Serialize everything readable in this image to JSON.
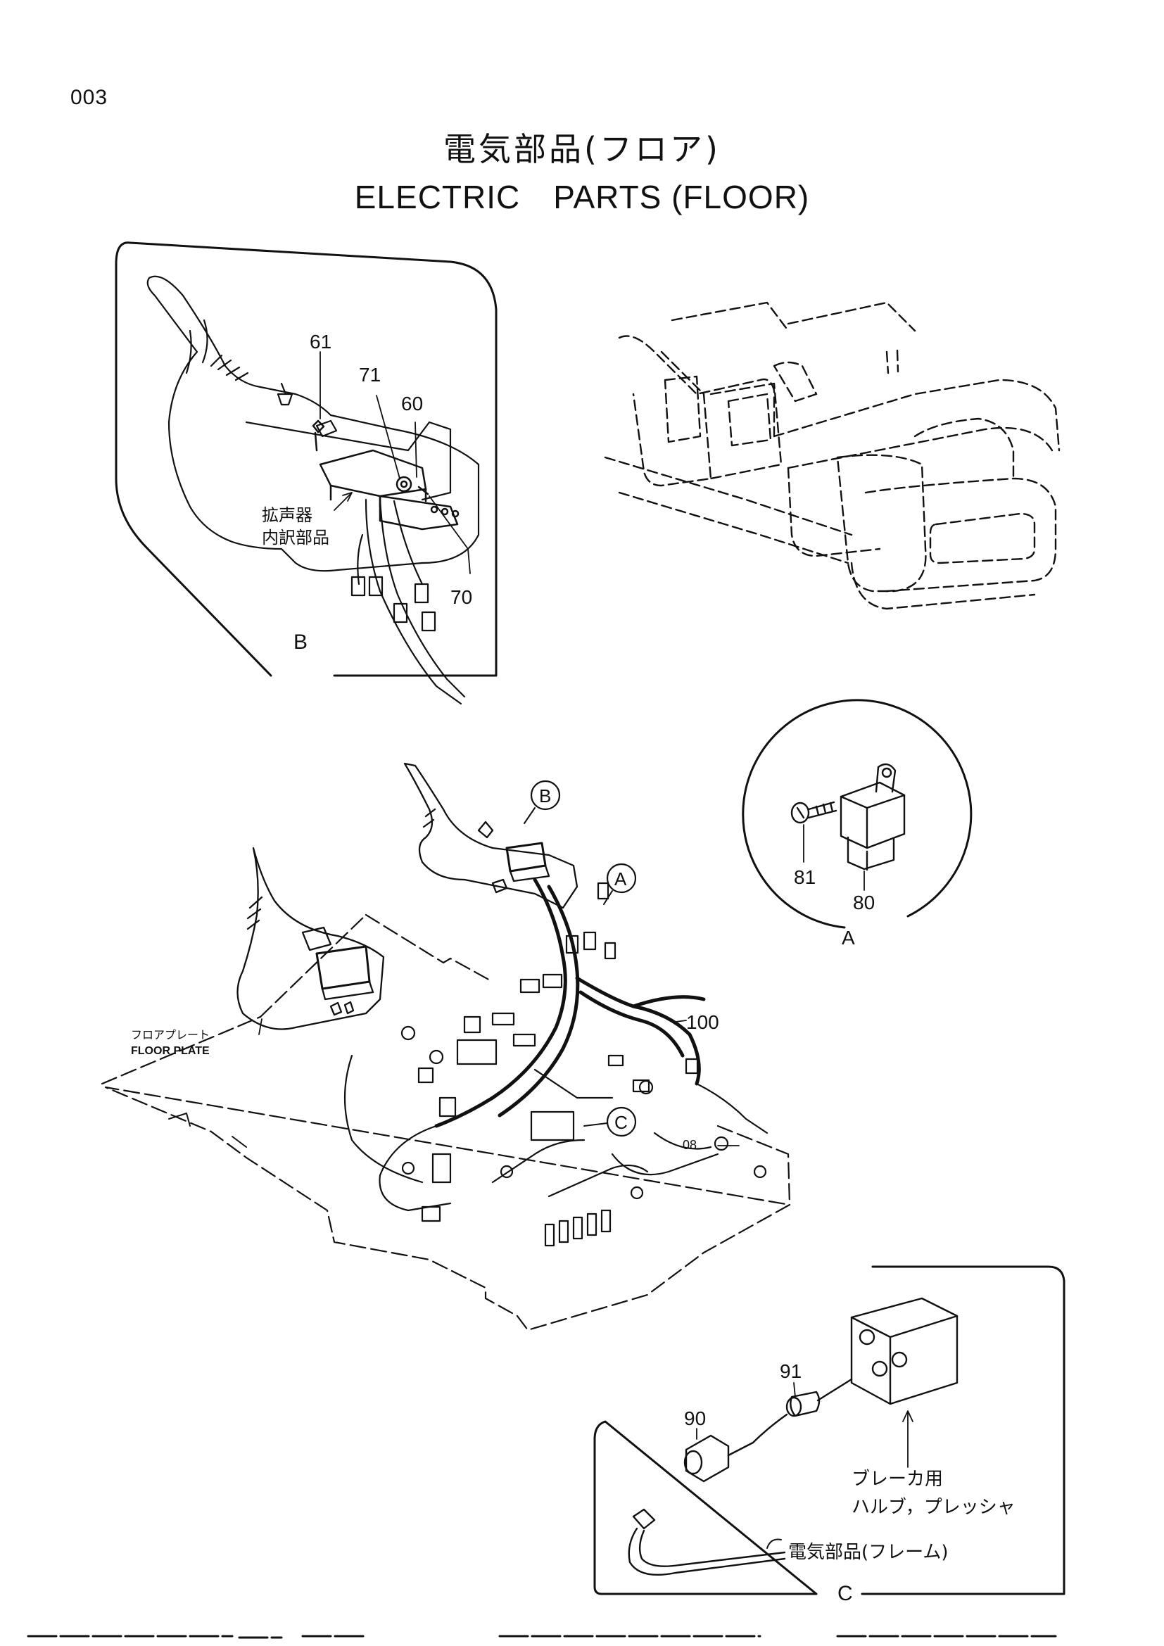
{
  "page_number": "003",
  "title_jp": "電気部品(フロア)",
  "title_en": "ELECTRIC　PARTS (FLOOR)",
  "detail_b": {
    "label": "B",
    "callouts": [
      "61",
      "71",
      "60",
      "70"
    ],
    "note_jp": [
      "拡声器",
      "内訳部品"
    ]
  },
  "detail_a": {
    "label": "A",
    "callouts": [
      "81",
      "80"
    ]
  },
  "main_view": {
    "markers": [
      "B",
      "A",
      "C"
    ],
    "callouts": [
      "100",
      "08"
    ],
    "floor_plate_jp": "フロアプレート",
    "floor_plate_en": "FLOOR PLATE"
  },
  "detail_c": {
    "label": "C",
    "callouts": [
      "91",
      "90"
    ],
    "note_valve_jp": [
      "ブレーカ用",
      "ハルブ，プレッシャ"
    ],
    "note_frame_jp": "電気部品(フレーム)"
  }
}
